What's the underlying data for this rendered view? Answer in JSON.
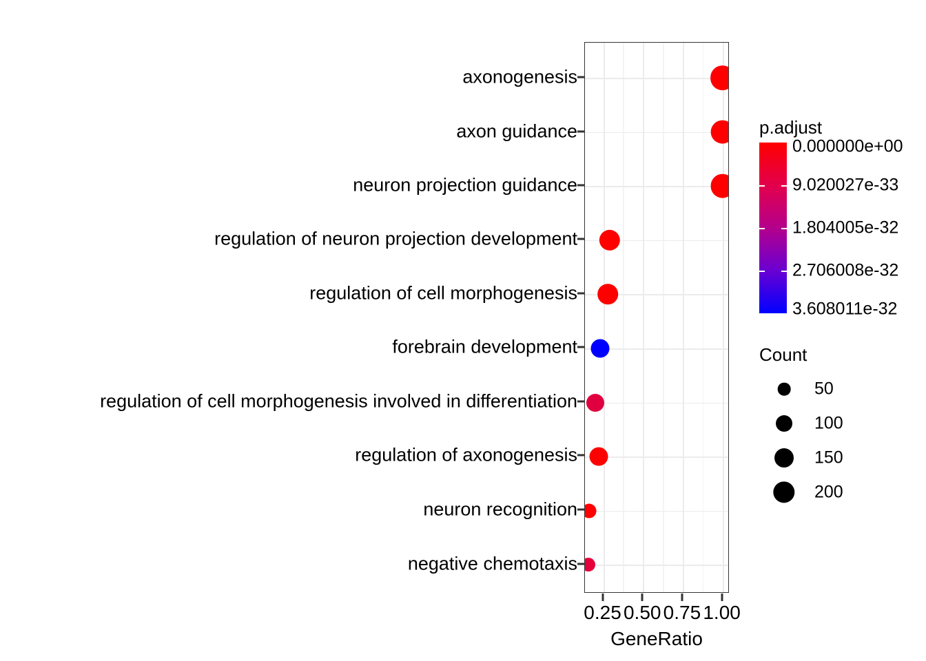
{
  "chart_data": {
    "type": "scatter",
    "title": "",
    "xlabel": "GeneRatio",
    "ylabel": "",
    "xlim": [
      0.135,
      1.045
    ],
    "xticks": [
      0.25,
      0.5,
      0.75,
      1.0
    ],
    "xtick_labels": [
      "0.25",
      "0.50",
      "0.75",
      "1.00"
    ],
    "grid": true,
    "categories": [
      "axonogenesis",
      "axon guidance",
      "neuron projection guidance",
      "regulation of neuron projection development",
      "regulation of cell morphogenesis",
      "forebrain development",
      "regulation of cell morphogenesis involved in differentiation",
      "regulation of axonogenesis",
      "neuron recognition",
      "negative chemotaxis"
    ],
    "points": [
      {
        "term": "axonogenesis",
        "gene_ratio": 1.0,
        "count": 225,
        "p_adjust": 0.0,
        "color": "#FF0000"
      },
      {
        "term": "axon guidance",
        "gene_ratio": 1.0,
        "count": 210,
        "p_adjust": 0.0,
        "color": "#FF0000"
      },
      {
        "term": "neuron projection guidance",
        "gene_ratio": 1.0,
        "count": 210,
        "p_adjust": 0.0,
        "color": "#FF0000"
      },
      {
        "term": "regulation of neuron projection development",
        "gene_ratio": 0.29,
        "count": 150,
        "p_adjust": 0.0,
        "color": "#FF0000"
      },
      {
        "term": "regulation of cell morphogenesis",
        "gene_ratio": 0.28,
        "count": 140,
        "p_adjust": 0.0,
        "color": "#FF0000"
      },
      {
        "term": "forebrain development",
        "gene_ratio": 0.23,
        "count": 110,
        "p_adjust": 3.608011e-32,
        "color": "#0000FF"
      },
      {
        "term": "regulation of cell morphogenesis involved in differentiation",
        "gene_ratio": 0.2,
        "count": 100,
        "p_adjust": 7e-33,
        "color": "#E00040"
      },
      {
        "term": "regulation of axonogenesis",
        "gene_ratio": 0.22,
        "count": 110,
        "p_adjust": 0.0,
        "color": "#FF0000"
      },
      {
        "term": "neuron recognition",
        "gene_ratio": 0.16,
        "count": 55,
        "p_adjust": 0.0,
        "color": "#FF0000"
      },
      {
        "term": "negative chemotaxis",
        "gene_ratio": 0.155,
        "count": 48,
        "p_adjust": 5e-33,
        "color": "#E5003C"
      }
    ],
    "color_legend": {
      "title": "p.adjust",
      "labels": [
        "0.000000e+00",
        "9.020027e-33",
        "1.804005e-32",
        "2.706008e-32",
        "3.608011e-32"
      ],
      "values": [
        0.0,
        9.020027e-33,
        1.804005e-32,
        2.706008e-32,
        3.608011e-32
      ],
      "high_color": "#FF0000",
      "low_color": "#0000FF"
    },
    "size_legend": {
      "title": "Count",
      "labels": [
        "50",
        "100",
        "150",
        "200"
      ],
      "values": [
        50,
        100,
        150,
        200
      ]
    }
  }
}
